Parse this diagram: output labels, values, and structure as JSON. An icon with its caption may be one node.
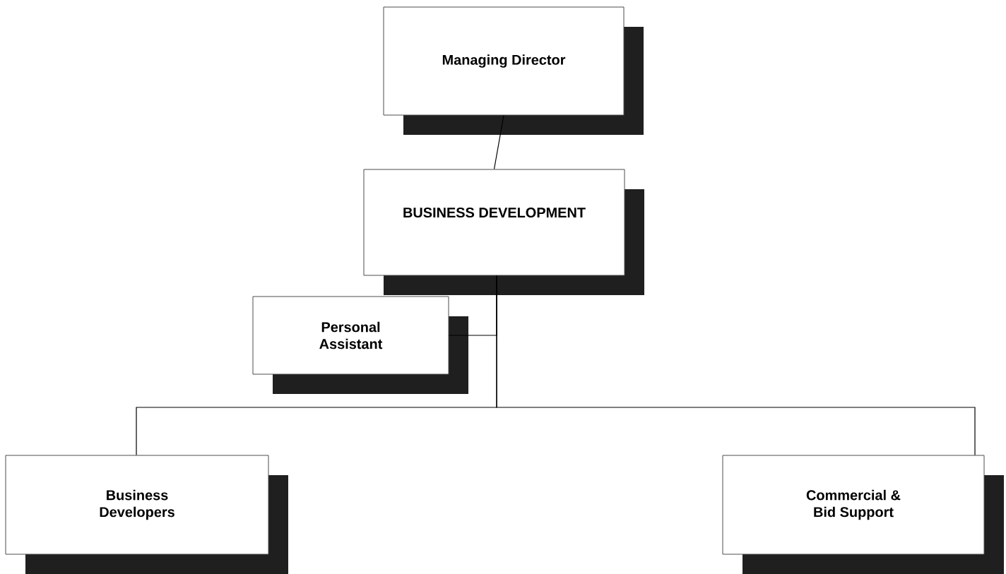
{
  "diagram": {
    "nodes": [
      {
        "text": [
          "Managing Director"
        ]
      },
      {
        "text": [
          "BUSINESS DEVELOPMENT"
        ]
      },
      {
        "text": [
          "Personal Assistant"
        ]
      },
      {
        "text": [
          "Business Developers"
        ]
      },
      {
        "text": [
          "Commercial & Bid Support"
        ]
      }
    ],
    "edges": [
      {
        "from": 0,
        "to": 1,
        "arrow": "none"
      },
      {
        "from": 1,
        "to": 2,
        "arrow": "none"
      },
      {
        "from": 1,
        "to": 3,
        "arrow": "none"
      },
      {
        "from": 1,
        "to": 4,
        "arrow": "none"
      }
    ]
  }
}
